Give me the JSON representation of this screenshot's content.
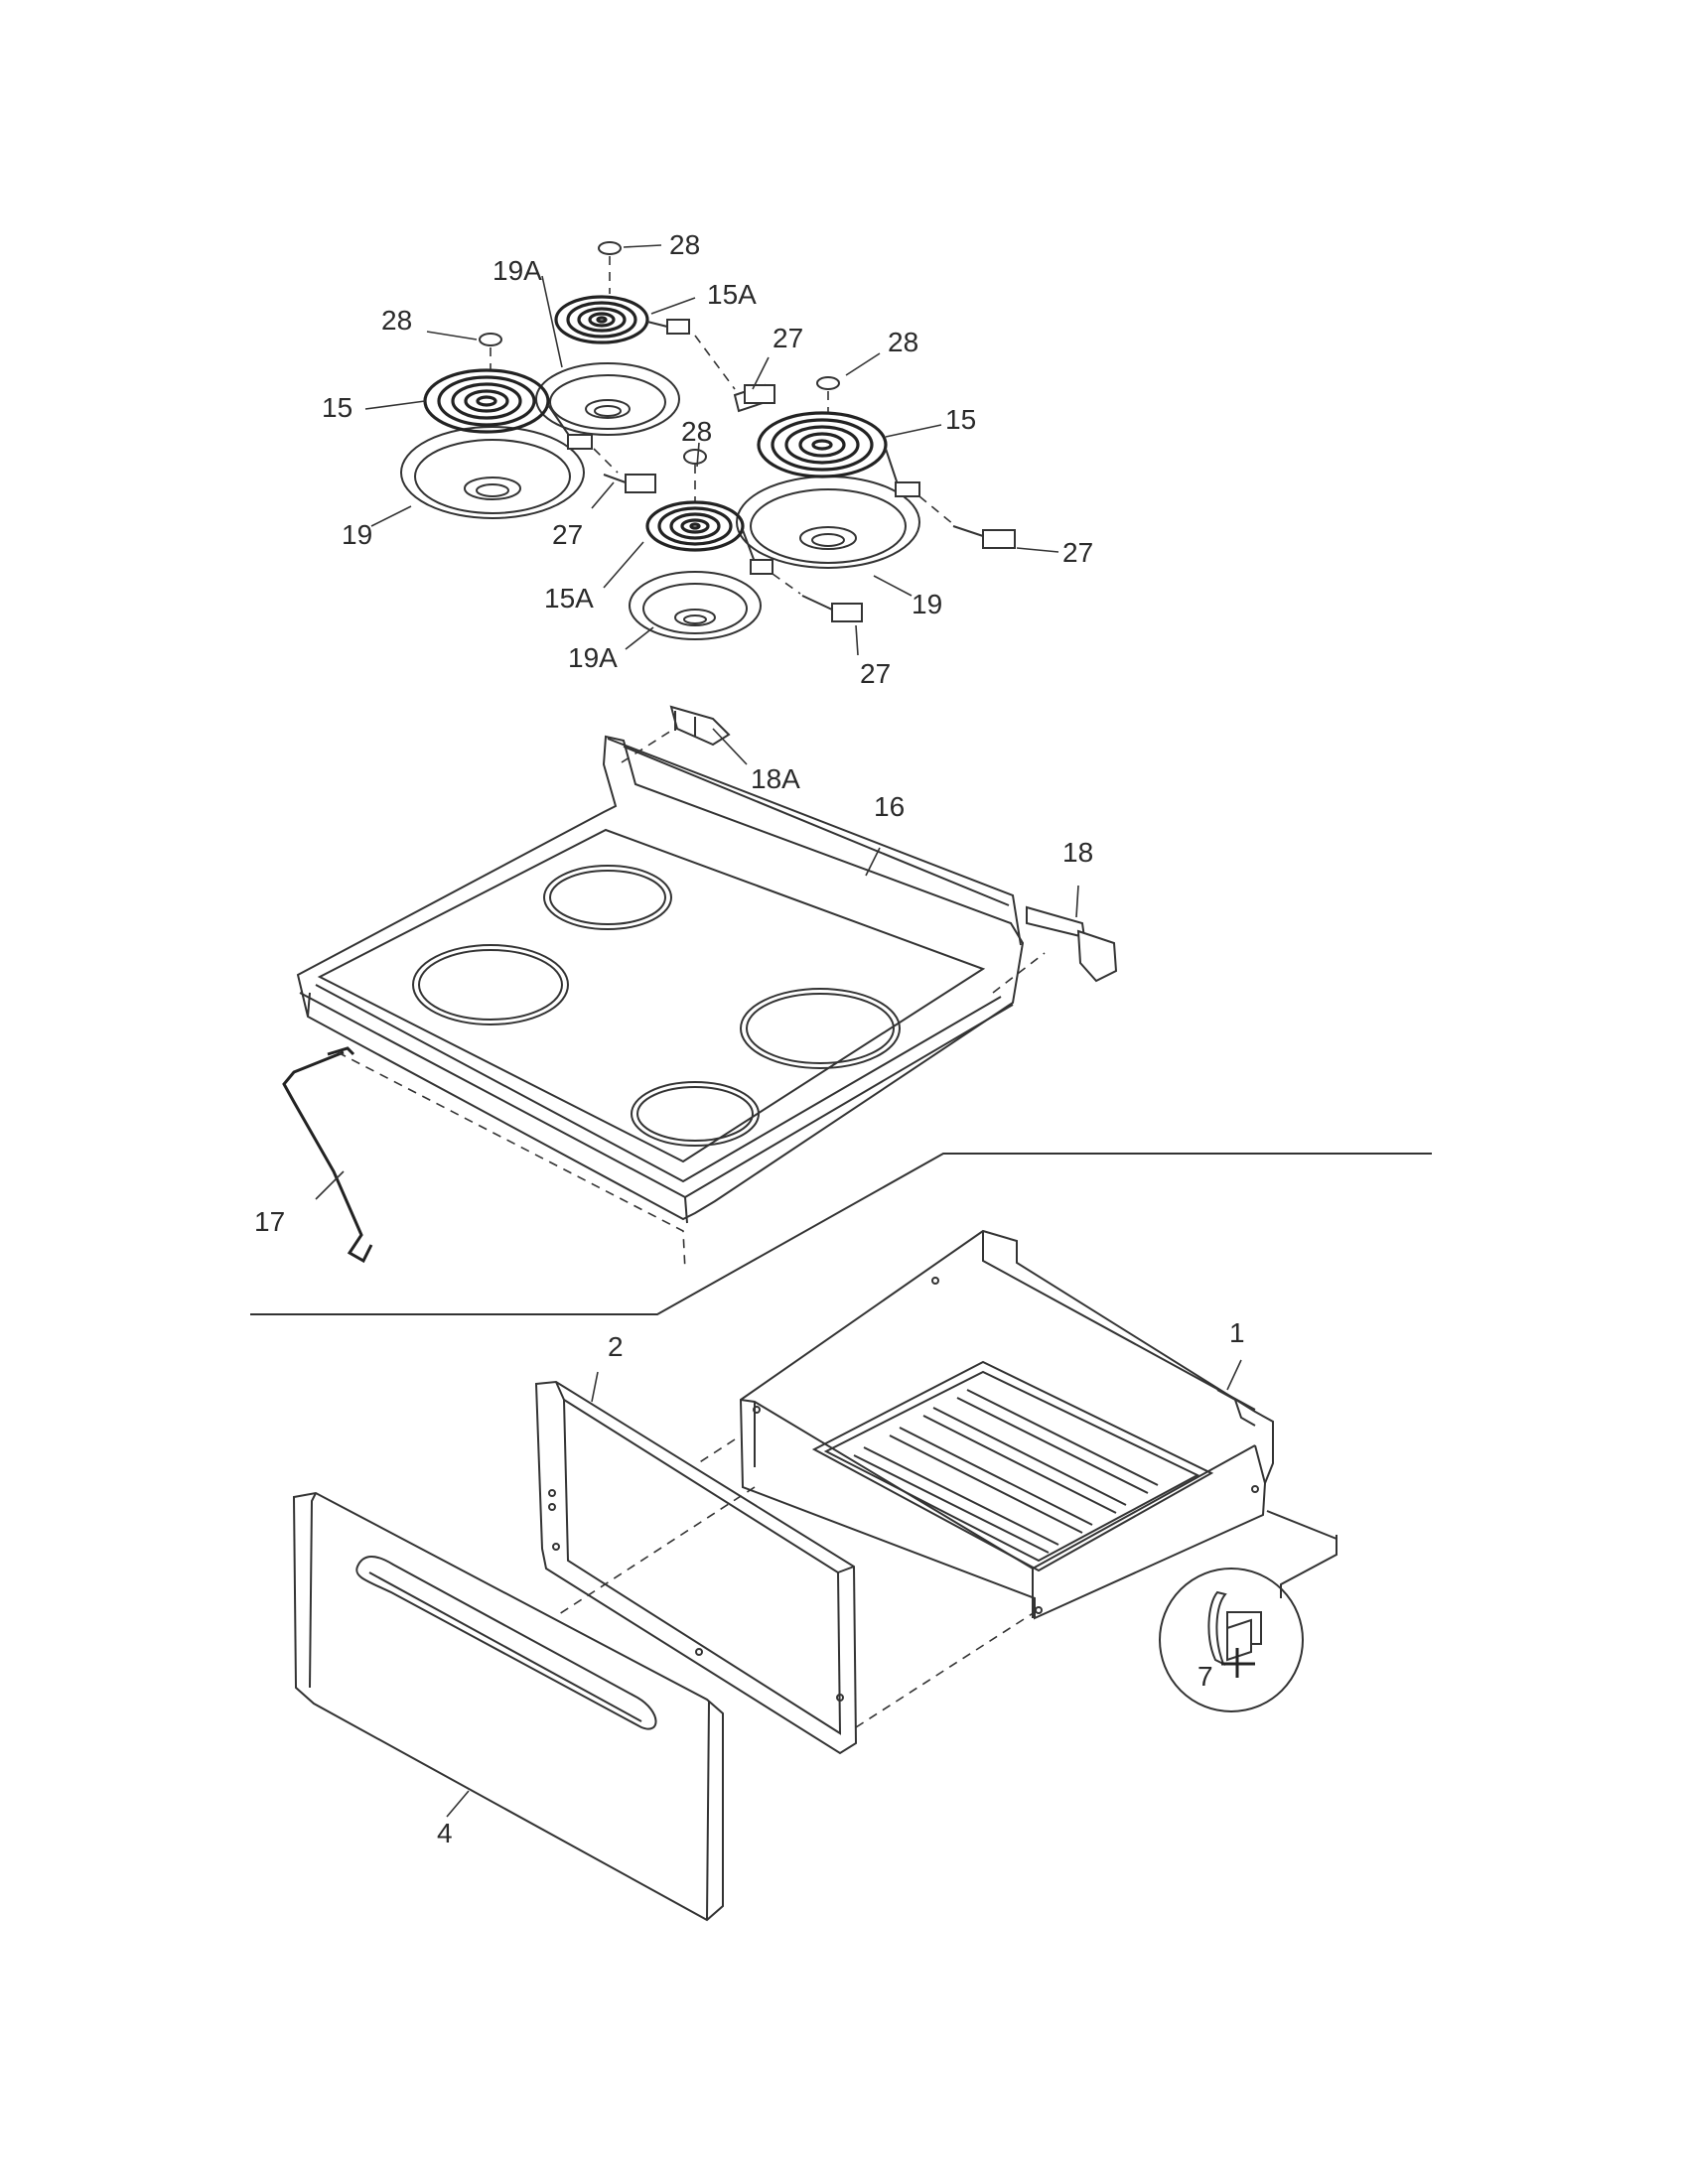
{
  "callouts": {
    "c1": "1",
    "c2": "2",
    "c4": "4",
    "c7": "7",
    "c15_left": "15",
    "c15_right": "15",
    "c15A_top": "15A",
    "c15A_bottom": "15A",
    "c16": "16",
    "c17": "17",
    "c18": "18",
    "c18A": "18A",
    "c19_left": "19",
    "c19_right": "19",
    "c19A_top": "19A",
    "c19A_bottom": "19A",
    "c27_top": "27",
    "c27_left": "27",
    "c27_right": "27",
    "c27_bottom": "27",
    "c28_top": "28",
    "c28_left": "28",
    "c28_right": "28",
    "c28_center": "28"
  }
}
